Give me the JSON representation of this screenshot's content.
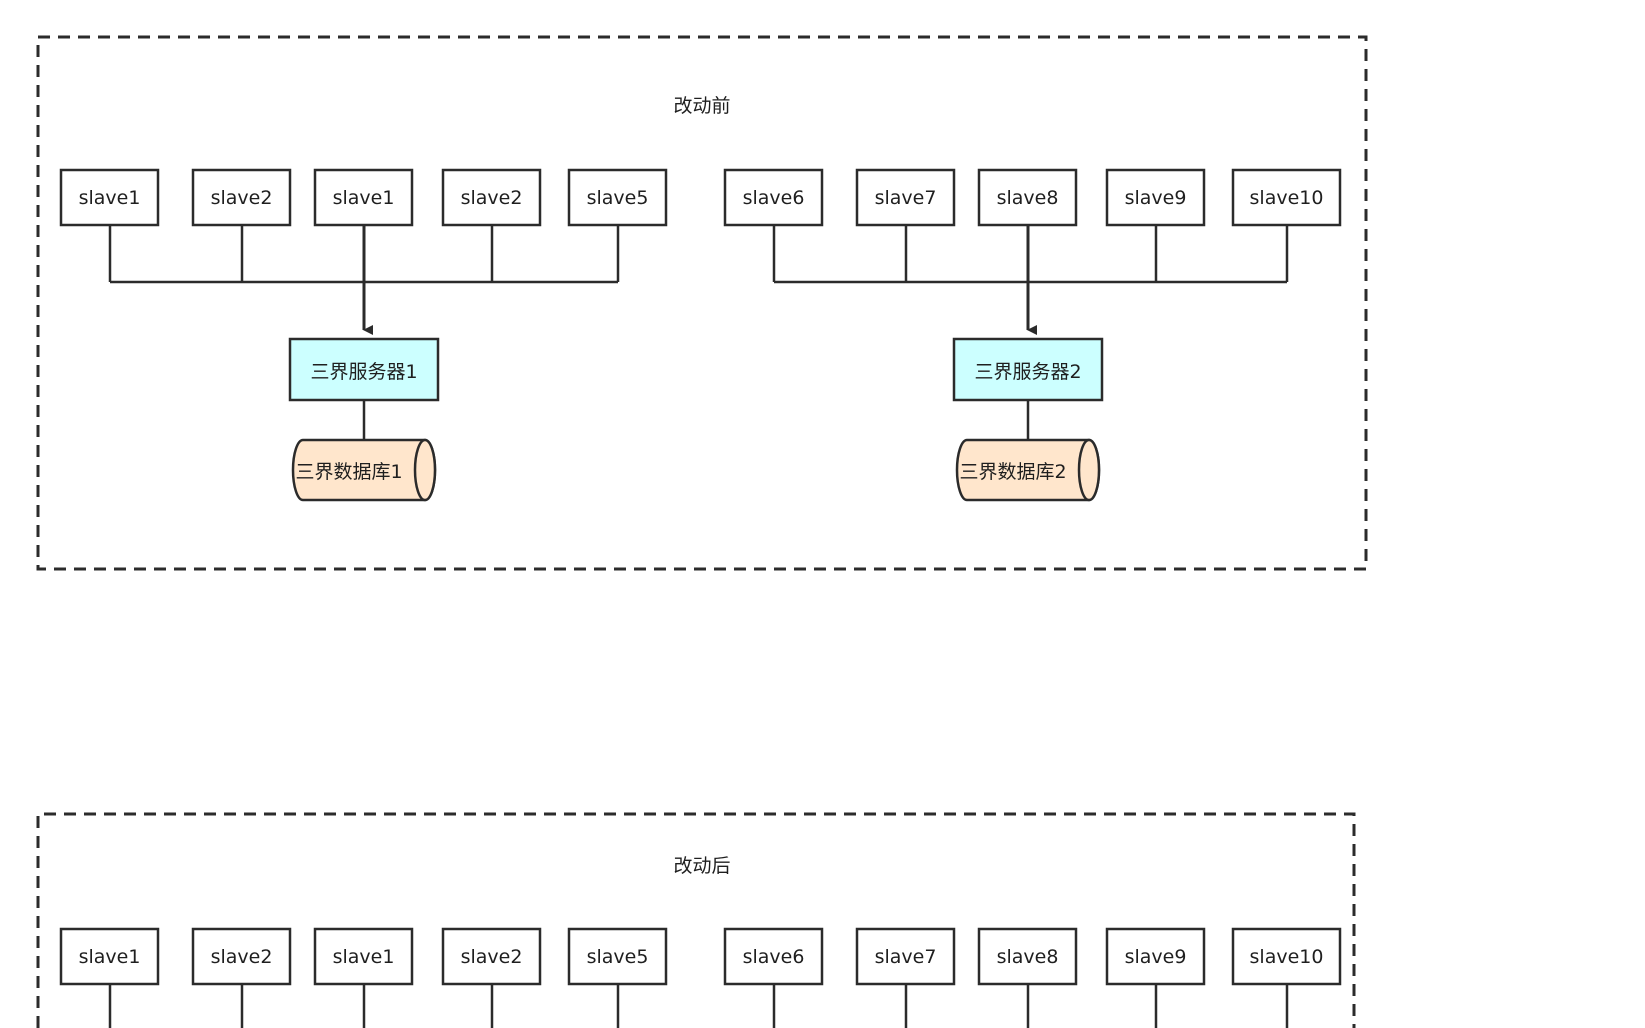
{
  "colors": {
    "stroke": "#2b2b2b",
    "server_fill": "#ccffff",
    "database_fill": "#ffe6cc",
    "node_fill": "#ffffff",
    "background": "#ffffff"
  },
  "before": {
    "title": "改动前",
    "groups": [
      {
        "slaves": [
          "slave1",
          "slave2",
          "slave1",
          "slave2",
          "slave5"
        ],
        "server": "三界服务器1",
        "database": "三界数据库1"
      },
      {
        "slaves": [
          "slave6",
          "slave7",
          "slave8",
          "slave9",
          "slave10"
        ],
        "server": "三界服务器2",
        "database": "三界数据库2"
      }
    ]
  },
  "after": {
    "title": "改动后",
    "slaves": [
      "slave1",
      "slave2",
      "slave1",
      "slave2",
      "slave5",
      "slave6",
      "slave7",
      "slave8",
      "slave9",
      "slave10"
    ]
  }
}
